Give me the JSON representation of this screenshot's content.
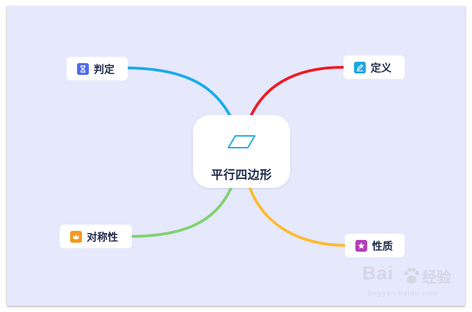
{
  "center": {
    "title": "平行四边形",
    "icon": "parallelogram-icon"
  },
  "nodes": {
    "judge": {
      "label": "判定",
      "icon": "hourglass-icon",
      "color": "#4f6bea"
    },
    "definition": {
      "label": "定义",
      "icon": "pencil-edit-icon",
      "color": "#20a8e0"
    },
    "symmetry": {
      "label": "对称性",
      "icon": "crown-icon",
      "color": "#f39a1f"
    },
    "property": {
      "label": "性质",
      "icon": "star-icon",
      "color": "#b53fb8"
    }
  },
  "link_colors": {
    "judge": "#1aabe9",
    "definition": "#ee1b25",
    "symmetry": "#7fd36e",
    "property": "#fdbb2d"
  },
  "watermark": {
    "logo": "Bai",
    "brand": "经验",
    "url": "jingyan.baidu.com"
  }
}
